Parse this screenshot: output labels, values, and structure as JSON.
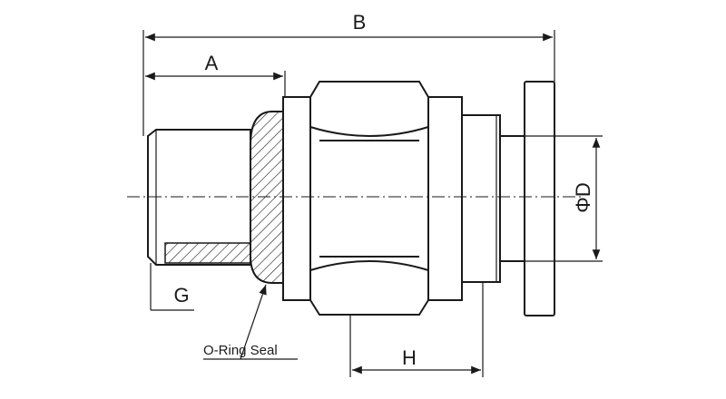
{
  "labels": {
    "a": "A",
    "b": "B",
    "g": "G",
    "h": "H",
    "d": "ΦD",
    "seal": "O-Ring Seal"
  },
  "colors": {
    "ink": "#1a1a1a",
    "paper": "#ffffff"
  }
}
